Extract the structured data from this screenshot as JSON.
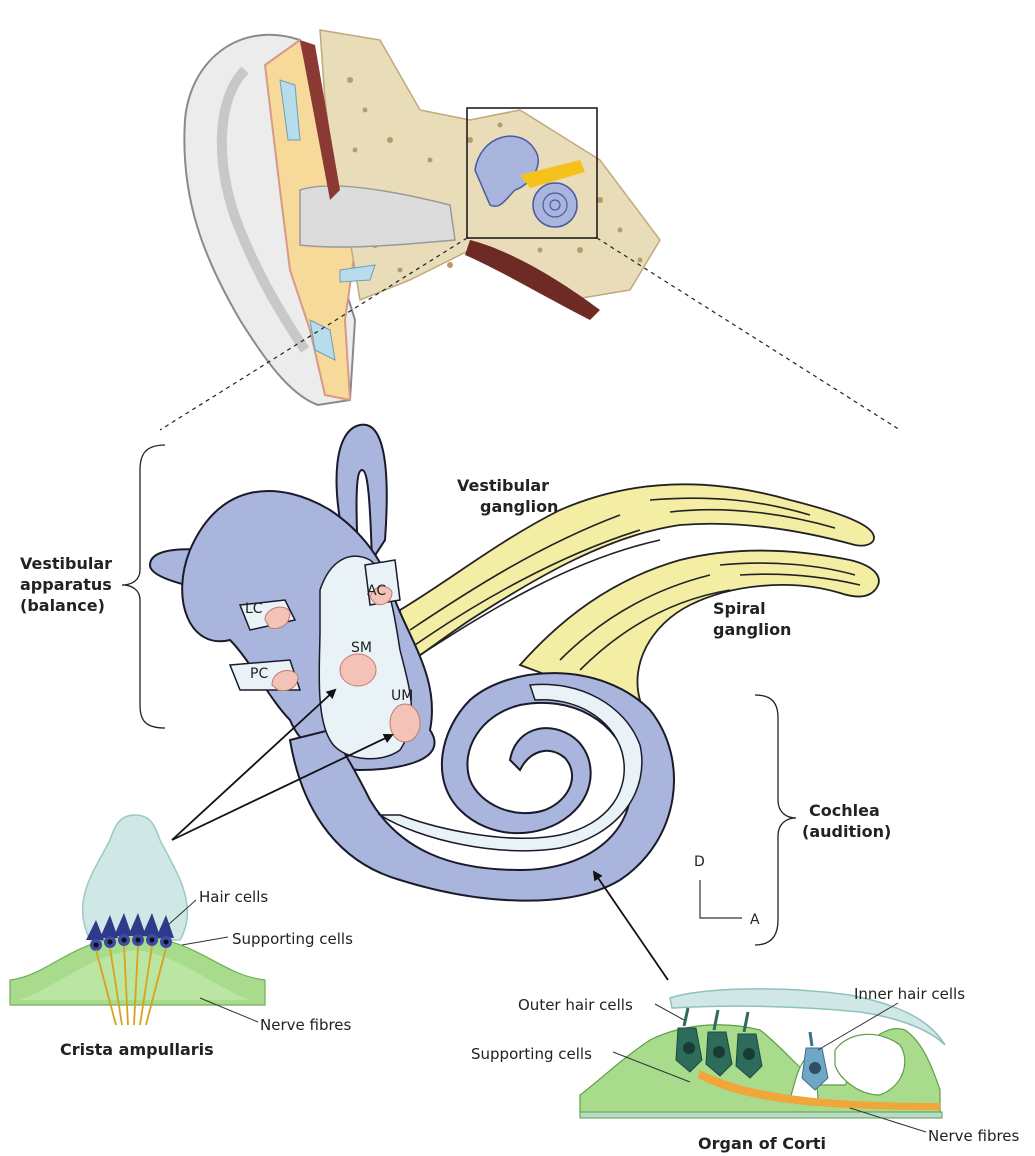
{
  "labels": {
    "vestibular_apparatus": [
      "Vestibular",
      "apparatus",
      "(balance)"
    ],
    "vestibular_ganglion": [
      "Vestibular",
      "ganglion"
    ],
    "spiral_ganglion": [
      "Spiral",
      "ganglion"
    ],
    "cochlea": [
      "Cochlea",
      "(audition)"
    ],
    "canal_lc": "LC",
    "canal_pc": "PC",
    "canal_ac": "AC",
    "sm": "SM",
    "um": "UM",
    "orientation_d": "D",
    "orientation_a": "A",
    "crista": {
      "hair_cells": "Hair cells",
      "supporting_cells": "Supporting cells",
      "nerve_fibres": "Nerve fibres",
      "title": "Crista ampullaris"
    },
    "corti": {
      "outer_hair_cells": "Outer hair cells",
      "inner_hair_cells": "Inner hair cells",
      "supporting_cells": "Supporting cells",
      "nerve_fibres": "Nerve fibres",
      "title": "Organ of Corti"
    }
  },
  "colors": {
    "labyrinth": "#a9b5dd",
    "labyrinth_stroke": "#1a1a2a",
    "endolymph": "#e8f2f7",
    "macula": "#f4c3b8",
    "nerve": "#f3eea3",
    "bone": "#e9dcb9",
    "cartilage": "#f7d99a",
    "skin": "#ebebeb",
    "canal_blood": "#6e2a24",
    "support_green": "#a8dc8c",
    "hair_dark_blue": "#2f3a8a",
    "cupula": "#cfe8e5"
  }
}
